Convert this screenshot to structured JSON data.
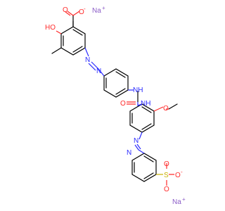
{
  "colors": {
    "background": "#ffffff",
    "carbon": "#000000",
    "nitrogen": "#2b2bff",
    "oxygen": "#ff2b2b",
    "sulfur": "#c9b200",
    "sodium": "#8b5cc7"
  },
  "molecule": {
    "labels": {
      "na_top": "Na",
      "na_top_charge": "+",
      "na_bottom": "Na",
      "na_bottom_charge": "+",
      "carboxylate_o": "O",
      "carboxylate_o_charge": "-",
      "carbonyl_o": "O",
      "hydroxyl": "HO",
      "azo1_n1": "N",
      "azo1_n2": "N",
      "amide_nh1": "NH",
      "urea_o": "O",
      "amide_nh2": "NH",
      "methoxy_o": "O",
      "azo2_n1": "N",
      "azo2_n2": "N",
      "sulfo_s": "S",
      "sulfo_o_right": "O",
      "sulfo_o_right_charge": "-",
      "sulfo_o_top": "O",
      "sulfo_o_bottom": "O"
    }
  }
}
